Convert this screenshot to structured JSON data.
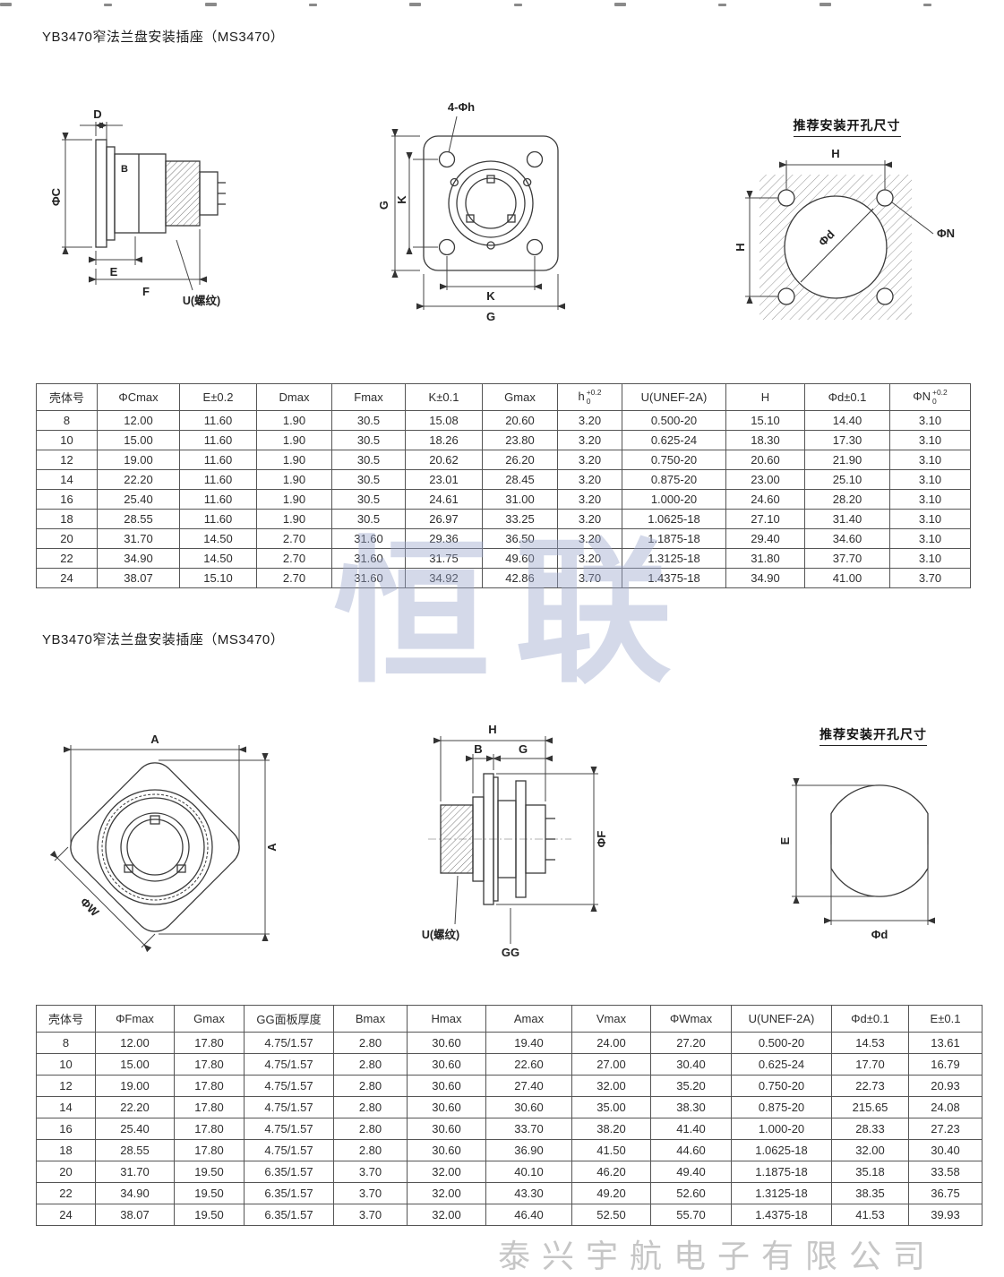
{
  "page": {
    "watermark": "恒联",
    "footer_watermark": "泰兴宇航电子有限公司"
  },
  "section1": {
    "title": "YB3470窄法兰盘安装插座（MS3470）"
  },
  "section2": {
    "title": "YB3470窄法兰盘安装插座（MS3470）"
  },
  "drawing_labels": {
    "d1": {
      "D": "D",
      "B": "B",
      "phiC": "ΦC",
      "E": "E",
      "F": "F",
      "U": "U(螺纹)"
    },
    "d2": {
      "holes": "4-Φh",
      "G_left": "G",
      "K_left": "K",
      "K_bottom": "K",
      "G_bottom": "G"
    },
    "d3": {
      "title": "推荐安装开孔尺寸",
      "H_top": "H",
      "H_left": "H",
      "phid": "Φd",
      "phiN": "ΦN"
    },
    "d4": {
      "A_top": "A",
      "A_right": "A",
      "phiW": "ΦW"
    },
    "d5": {
      "H": "H",
      "B": "B",
      "G": "G",
      "phiF": "ΦF",
      "U": "U(螺纹)",
      "GG": "GG"
    },
    "d6": {
      "title": "推荐安装开孔尺寸",
      "E": "E",
      "phid": "Φd"
    }
  },
  "table1": {
    "headers": [
      {
        "text": "壳体号"
      },
      {
        "text": "ΦCmax"
      },
      {
        "text": "E±0.2"
      },
      {
        "text": "Dmax"
      },
      {
        "text": "Fmax"
      },
      {
        "text": "K±0.1"
      },
      {
        "text": "Gmax"
      },
      {
        "text": "h",
        "sup": "+0.2",
        "sub": "0"
      },
      {
        "text": "U(UNEF-2A)"
      },
      {
        "text": "H"
      },
      {
        "text": "Φd±0.1"
      },
      {
        "text": "ΦN",
        "sup": "+0.2",
        "sub": "0"
      }
    ],
    "rows": [
      [
        "8",
        "12.00",
        "11.60",
        "1.90",
        "30.5",
        "15.08",
        "20.60",
        "3.20",
        "0.500-20",
        "15.10",
        "14.40",
        "3.10"
      ],
      [
        "10",
        "15.00",
        "11.60",
        "1.90",
        "30.5",
        "18.26",
        "23.80",
        "3.20",
        "0.625-24",
        "18.30",
        "17.30",
        "3.10"
      ],
      [
        "12",
        "19.00",
        "11.60",
        "1.90",
        "30.5",
        "20.62",
        "26.20",
        "3.20",
        "0.750-20",
        "20.60",
        "21.90",
        "3.10"
      ],
      [
        "14",
        "22.20",
        "11.60",
        "1.90",
        "30.5",
        "23.01",
        "28.45",
        "3.20",
        "0.875-20",
        "23.00",
        "25.10",
        "3.10"
      ],
      [
        "16",
        "25.40",
        "11.60",
        "1.90",
        "30.5",
        "24.61",
        "31.00",
        "3.20",
        "1.000-20",
        "24.60",
        "28.20",
        "3.10"
      ],
      [
        "18",
        "28.55",
        "11.60",
        "1.90",
        "30.5",
        "26.97",
        "33.25",
        "3.20",
        "1.0625-18",
        "27.10",
        "31.40",
        "3.10"
      ],
      [
        "20",
        "31.70",
        "14.50",
        "2.70",
        "31.60",
        "29.36",
        "36.50",
        "3.20",
        "1.1875-18",
        "29.40",
        "34.60",
        "3.10"
      ],
      [
        "22",
        "34.90",
        "14.50",
        "2.70",
        "31.60",
        "31.75",
        "49.60",
        "3.20",
        "1.3125-18",
        "31.80",
        "37.70",
        "3.10"
      ],
      [
        "24",
        "38.07",
        "15.10",
        "2.70",
        "31.60",
        "34.92",
        "42.86",
        "3.70",
        "1.4375-18",
        "34.90",
        "41.00",
        "3.70"
      ]
    ]
  },
  "table2": {
    "headers": [
      {
        "text": "壳体号"
      },
      {
        "text": "ΦFmax"
      },
      {
        "text": "Gmax"
      },
      {
        "text": "GG面板厚度"
      },
      {
        "text": "Bmax"
      },
      {
        "text": "Hmax"
      },
      {
        "text": "Amax"
      },
      {
        "text": "Vmax"
      },
      {
        "text": "ΦWmax"
      },
      {
        "text": "U(UNEF-2A)"
      },
      {
        "text": "Φd±0.1"
      },
      {
        "text": "E±0.1"
      }
    ],
    "rows": [
      [
        "8",
        "12.00",
        "17.80",
        "4.75/1.57",
        "2.80",
        "30.60",
        "19.40",
        "24.00",
        "27.20",
        "0.500-20",
        "14.53",
        "13.61"
      ],
      [
        "10",
        "15.00",
        "17.80",
        "4.75/1.57",
        "2.80",
        "30.60",
        "22.60",
        "27.00",
        "30.40",
        "0.625-24",
        "17.70",
        "16.79"
      ],
      [
        "12",
        "19.00",
        "17.80",
        "4.75/1.57",
        "2.80",
        "30.60",
        "27.40",
        "32.00",
        "35.20",
        "0.750-20",
        "22.73",
        "20.93"
      ],
      [
        "14",
        "22.20",
        "17.80",
        "4.75/1.57",
        "2.80",
        "30.60",
        "30.60",
        "35.00",
        "38.30",
        "0.875-20",
        "215.65",
        "24.08"
      ],
      [
        "16",
        "25.40",
        "17.80",
        "4.75/1.57",
        "2.80",
        "30.60",
        "33.70",
        "38.20",
        "41.40",
        "1.000-20",
        "28.33",
        "27.23"
      ],
      [
        "18",
        "28.55",
        "17.80",
        "4.75/1.57",
        "2.80",
        "30.60",
        "36.90",
        "41.50",
        "44.60",
        "1.0625-18",
        "32.00",
        "30.40"
      ],
      [
        "20",
        "31.70",
        "19.50",
        "6.35/1.57",
        "3.70",
        "32.00",
        "40.10",
        "46.20",
        "49.40",
        "1.1875-18",
        "35.18",
        "33.58"
      ],
      [
        "22",
        "34.90",
        "19.50",
        "6.35/1.57",
        "3.70",
        "32.00",
        "43.30",
        "49.20",
        "52.60",
        "1.3125-18",
        "38.35",
        "36.75"
      ],
      [
        "24",
        "38.07",
        "19.50",
        "6.35/1.57",
        "3.70",
        "32.00",
        "46.40",
        "52.50",
        "55.70",
        "1.4375-18",
        "41.53",
        "39.93"
      ]
    ]
  }
}
